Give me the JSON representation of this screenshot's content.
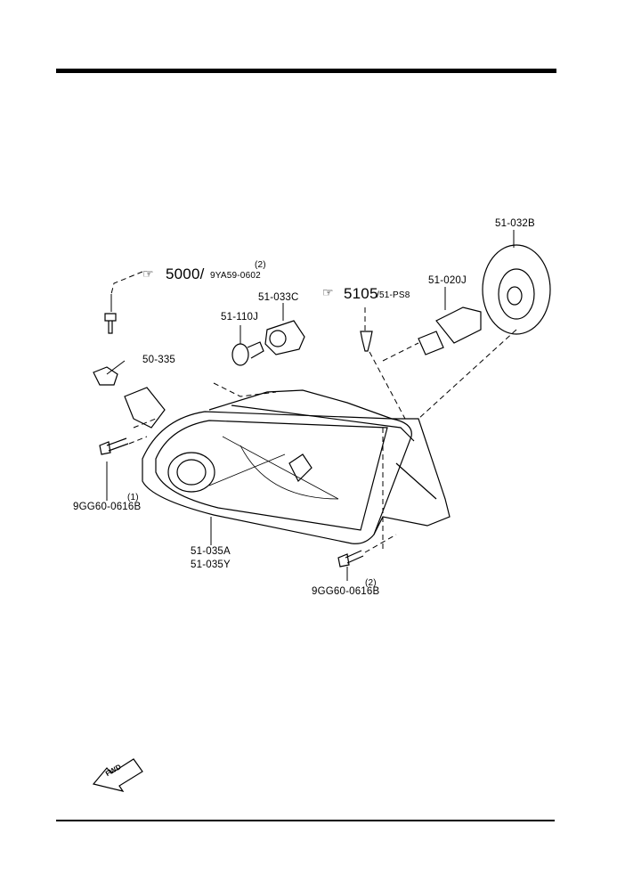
{
  "parts": {
    "bulb_socket_ref": {
      "number": "5000/",
      "ref": "9YA59-0602",
      "qty": "(2)"
    },
    "clip": "50-335",
    "screw_left": {
      "number": "9GG60-0616B",
      "qty": "(1)"
    },
    "screw_right": {
      "number": "9GG60-0616B",
      "qty": "(2)"
    },
    "bulb_small": "51-110J",
    "socket": "51-033C",
    "fastener_ref": {
      "number": "5105",
      "ref": "/51-PS8"
    },
    "headlamp_bulb": "51-020J",
    "cap": "51-032B",
    "headlamp_unit": {
      "left": "51-035A",
      "right": "51-035Y"
    }
  },
  "fwd_arrow": "FWD"
}
